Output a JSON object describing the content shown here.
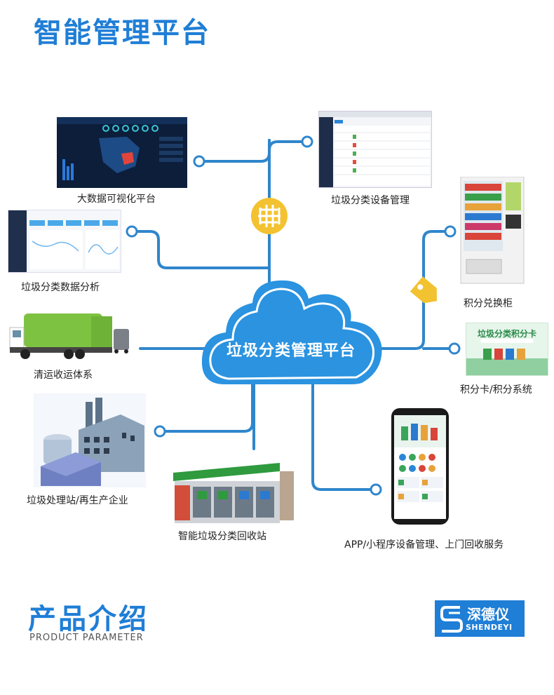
{
  "header": {
    "title": "智能管理平台"
  },
  "hub": {
    "label": "垃圾分类管理平台"
  },
  "nodes": {
    "big_data": "大数据可视化平台",
    "device_mgmt": "垃圾分类设备管理",
    "data_analysis": "垃圾分类数据分析",
    "exchange_cabinet": "积分兑换柜",
    "transport": "清运收运体系",
    "points_card": "积分卡/积分系统",
    "processing": "垃圾处理站/再生产企业",
    "app": "APP/小程序设备管理、上门回收服务",
    "recycle_station": "智能垃圾分类回收站"
  },
  "thumb_text": {
    "points_card_title": "垃圾分类积分卡"
  },
  "section": {
    "title": "产品介绍",
    "subtitle": "PRODUCT PARAMETER"
  },
  "logo": {
    "cn": "深德仪",
    "en": "SHENDEYI"
  },
  "colors": {
    "accent": "#1f7ed6",
    "line": "#2f86cc",
    "cloud": "#2b93e0",
    "tag": "#f2c230"
  }
}
